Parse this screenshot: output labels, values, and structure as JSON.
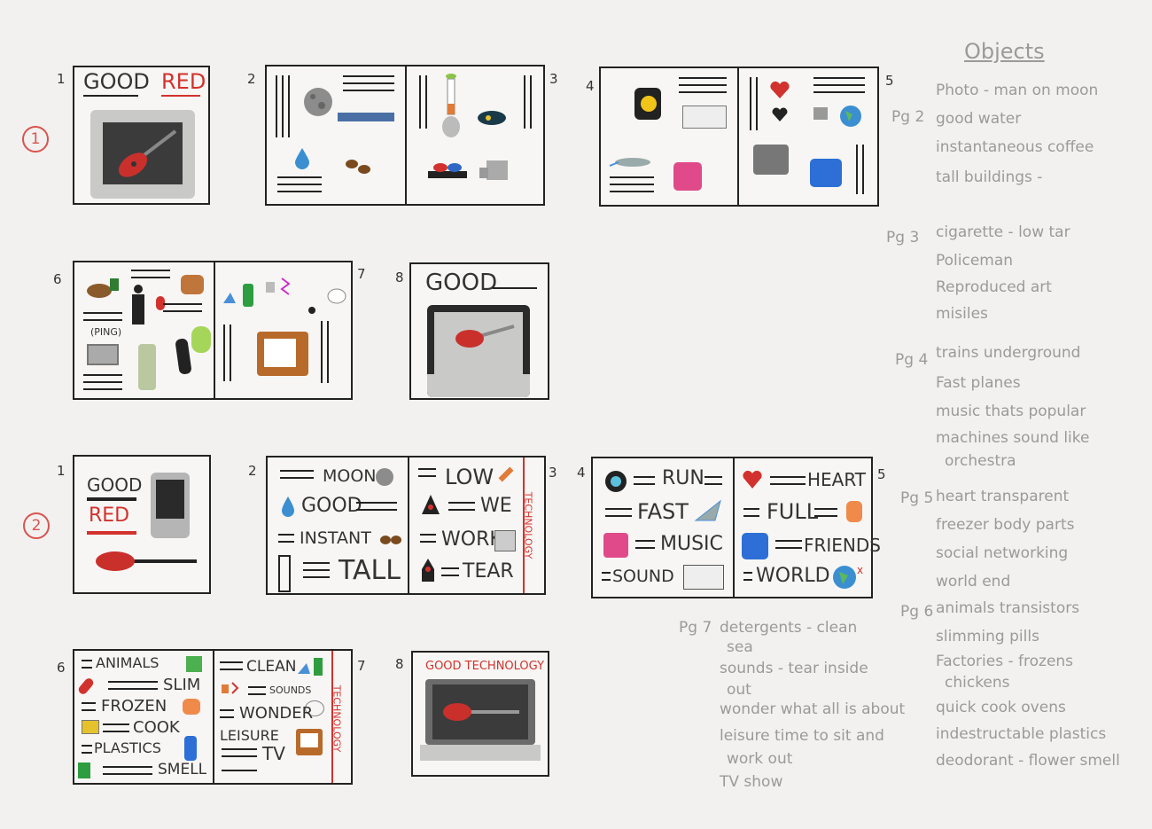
{
  "row1": {
    "marker": "1",
    "panels": {
      "p1": {
        "num": "1",
        "good": "GOOD",
        "red": "RED"
      },
      "p2": {
        "num": "2"
      },
      "p3": {
        "num": "3"
      },
      "p4": {
        "num": "4"
      },
      "p5": {
        "num": "5"
      },
      "p6": {
        "num": "6",
        "ping": "(PING)"
      },
      "p7": {
        "num": "7"
      },
      "p8": {
        "num": "8",
        "good": "GOOD"
      }
    }
  },
  "row2": {
    "marker": "2",
    "panels": {
      "p1": {
        "num": "1",
        "good": "GOOD",
        "red": "RED"
      },
      "p2": {
        "num": "2",
        "words": [
          "MOON",
          "GOOD",
          "INSTANT",
          "TALL"
        ]
      },
      "p3": {
        "num": "3",
        "words": [
          "LOW",
          "WE",
          "WORK",
          "TEAR"
        ],
        "side": "TECHNOLOGY"
      },
      "p4": {
        "num": "4",
        "words": [
          "RUN",
          "FAST",
          "MUSIC",
          "SOUND"
        ]
      },
      "p5": {
        "num": "5",
        "words": [
          "HEART",
          "FULL",
          "FRIENDS",
          "WORLD"
        ]
      },
      "p6": {
        "num": "6",
        "words": [
          "ANIMALS",
          "SLIM",
          "FROZEN",
          "COOK",
          "PLASTICS",
          "SMELL"
        ]
      },
      "p7": {
        "num": "7",
        "words": [
          "CLEAN",
          "SOUNDS",
          "WONDER",
          "LEISURE",
          "TV"
        ],
        "side": "TECHNOLOGY"
      },
      "p8": {
        "num": "8",
        "title": "GOOD TECHNOLOGY"
      }
    }
  },
  "notes": {
    "title": "Objects",
    "pg2_label": "Pg 2",
    "pg2": [
      "Photo - man on moon",
      "good water",
      "instantaneous coffee",
      "tall buildings -"
    ],
    "pg3_label": "Pg 3",
    "pg3": [
      "cigarette - low tar",
      "Policeman",
      "Reproduced art",
      "misiles"
    ],
    "pg4_label": "Pg 4",
    "pg4": [
      "trains underground",
      "Fast planes",
      "music thats popular",
      "machines sound like",
      "orchestra"
    ],
    "pg5_label": "Pg 5",
    "pg5": [
      "heart transparent",
      "freezer body parts",
      "social networking",
      "world end"
    ],
    "pg6_label": "Pg 6",
    "pg6": [
      "animals transistors",
      "slimming pills",
      "Factories - frozens",
      "chickens",
      "quick cook ovens",
      "indestructable plastics",
      "deodorant - flower smell"
    ],
    "pg7_label": "Pg 7",
    "pg7": [
      "detergents - clean",
      "sea",
      "sounds - tear inside",
      "out",
      "wonder what all is about",
      "leisure time to sit and",
      "work out",
      "TV show"
    ]
  },
  "colors": {
    "accent_red": "#d2322d",
    "ink": "#222222",
    "pencil": "#9a9a9a",
    "paper": "#f2f1ef"
  }
}
